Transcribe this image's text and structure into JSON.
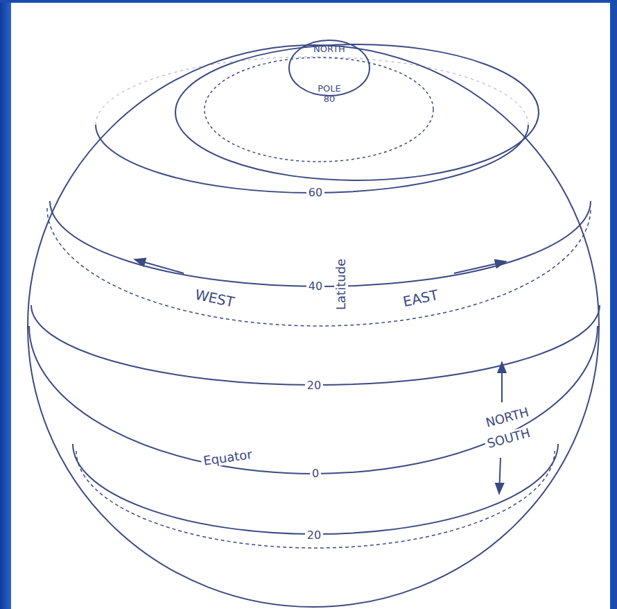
{
  "diagram": {
    "nodes": [
      {
        "text": [
          "NORTH",
          "POLE",
          "80"
        ]
      }
    ],
    "labels": [
      "60",
      "WEST",
      "40",
      "Latitude",
      "EAST",
      "20",
      "NORTH",
      "SOUTH",
      "Equator",
      "0",
      "20"
    ]
  }
}
